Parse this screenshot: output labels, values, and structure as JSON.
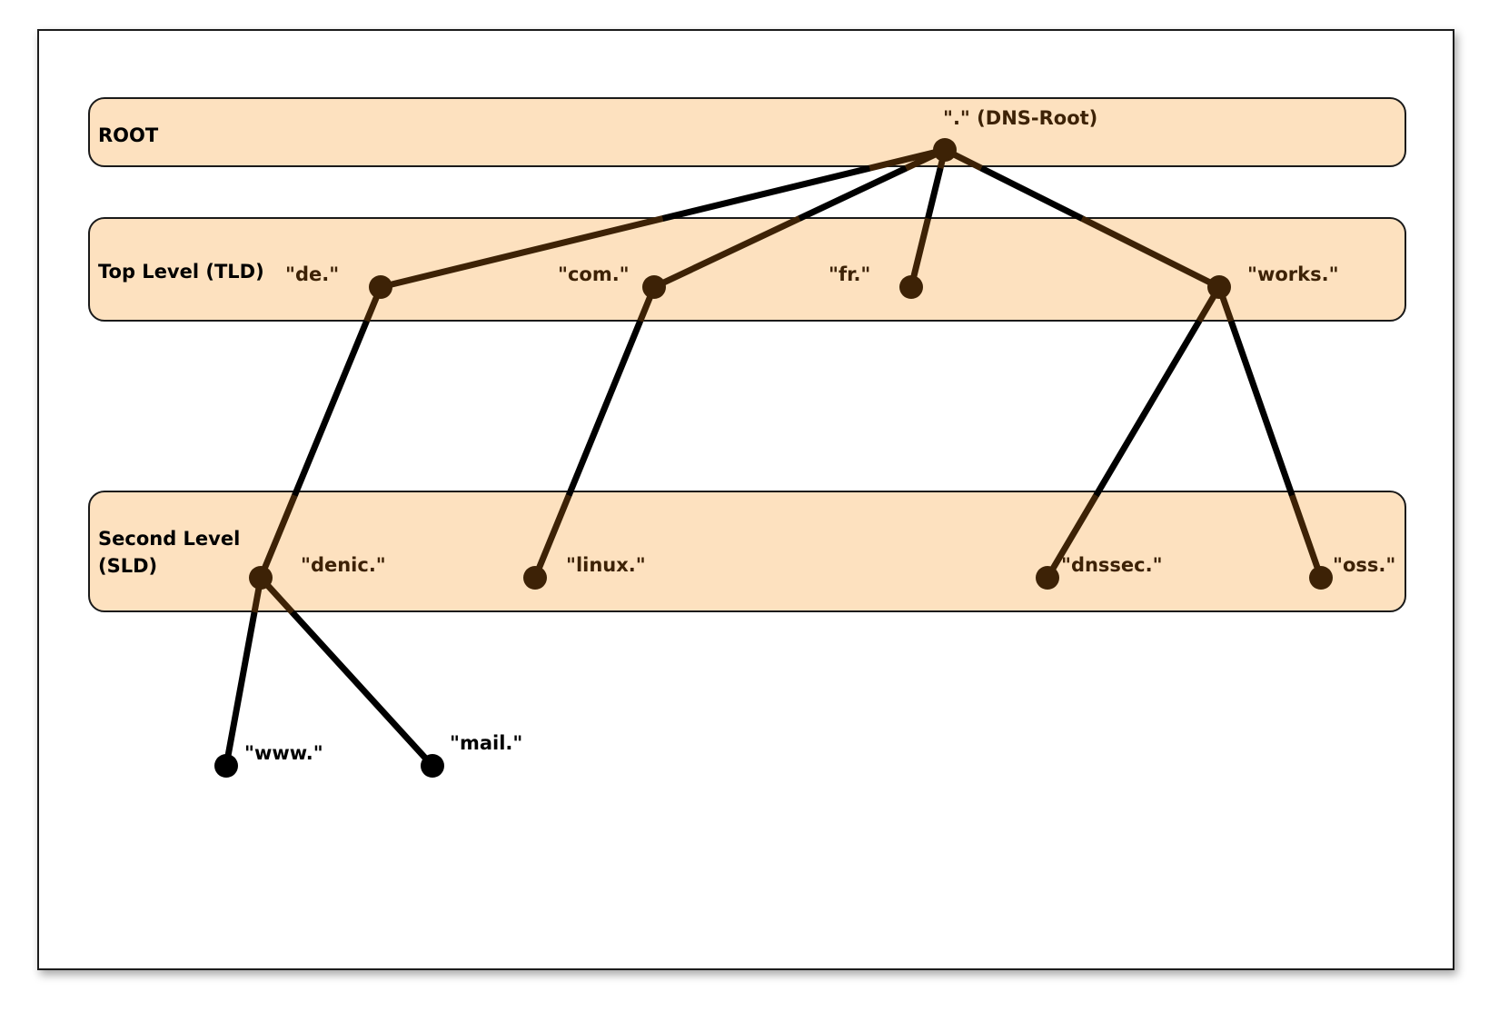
{
  "colors": {
    "band_fill": "#fde1bf",
    "band_stroke": "#1a1a1a",
    "frame_stroke": "#1a1a1a",
    "brown": "#3d2206",
    "black": "#000000"
  },
  "bands": [
    {
      "id": "root",
      "label_lines": [
        "ROOT"
      ]
    },
    {
      "id": "tld",
      "label_lines": [
        "Top Level (TLD)"
      ]
    },
    {
      "id": "sld",
      "label_lines": [
        "Second Level",
        "(SLD)"
      ]
    }
  ],
  "nodes": [
    {
      "id": "root",
      "label": "\".\" (DNS-Root)",
      "level": "root"
    },
    {
      "id": "de",
      "label": "\"de.\"",
      "level": "tld"
    },
    {
      "id": "com",
      "label": "\"com.\"",
      "level": "tld"
    },
    {
      "id": "fr",
      "label": "\"fr.\"",
      "level": "tld"
    },
    {
      "id": "works",
      "label": "\"works.\"",
      "level": "tld"
    },
    {
      "id": "denic",
      "label": "\"denic.\"",
      "level": "sld"
    },
    {
      "id": "linux",
      "label": "\"linux.\"",
      "level": "sld"
    },
    {
      "id": "dnssec",
      "label": "\"dnssec.\"",
      "level": "sld"
    },
    {
      "id": "oss",
      "label": "\"oss.\"",
      "level": "sld"
    },
    {
      "id": "www",
      "label": "\"www.\"",
      "level": "third"
    },
    {
      "id": "mail",
      "label": "\"mail.\"",
      "level": "third"
    }
  ],
  "edges": [
    {
      "from": "root",
      "to": "de"
    },
    {
      "from": "root",
      "to": "com"
    },
    {
      "from": "root",
      "to": "fr"
    },
    {
      "from": "root",
      "to": "works"
    },
    {
      "from": "de",
      "to": "denic"
    },
    {
      "from": "com",
      "to": "linux"
    },
    {
      "from": "works",
      "to": "dnssec"
    },
    {
      "from": "works",
      "to": "oss"
    },
    {
      "from": "denic",
      "to": "www"
    },
    {
      "from": "denic",
      "to": "mail"
    }
  ]
}
